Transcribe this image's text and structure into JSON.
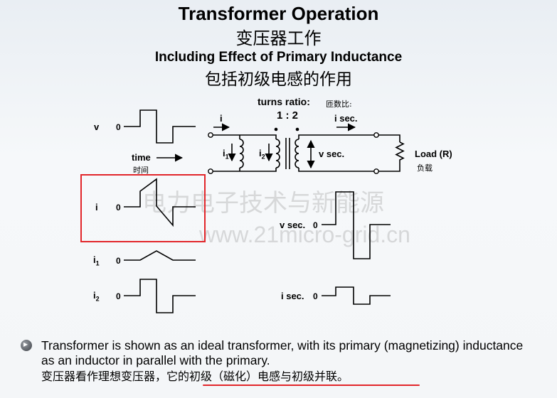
{
  "title": "Transformer Operation",
  "title_cn": "变压器工作",
  "subtitle": "Including Effect of Primary Inductance",
  "subtitle_cn": "包括初级电感的作用",
  "circuit": {
    "turns_ratio_label": "turns ratio:",
    "turns_ratio_cn": "匝数比:",
    "turns_ratio_value": "1 : 2",
    "current_i": "i",
    "current_i_sec": "i sec.",
    "i1_main": "i",
    "i1_sub": "1",
    "i2_main": "i",
    "i2_sub": "2",
    "v_sec": "v sec.",
    "load_label": "Load (R)",
    "load_cn": "负载"
  },
  "waveforms": {
    "v_label": "v",
    "time_label": "time",
    "time_cn": "时间",
    "i_label": "i",
    "i1_main": "i",
    "i1_sub": "1",
    "i2_main": "i",
    "i2_sub": "2",
    "v_sec_label": "v sec.",
    "i_sec_label": "i sec.",
    "zero": "0"
  },
  "watermark": {
    "cn": "电力电子技术与新能源",
    "url": "www.21micro-grid.cn"
  },
  "bullet": {
    "text": "Transformer is shown as an ideal transformer, with its primary (magnetizing) inductance as an inductor in parallel with the primary.",
    "cn": "变压器看作理想变压器，它的初级（磁化）电感与初级并联。"
  },
  "colors": {
    "highlight": "#e2262a",
    "line": "#000000"
  }
}
